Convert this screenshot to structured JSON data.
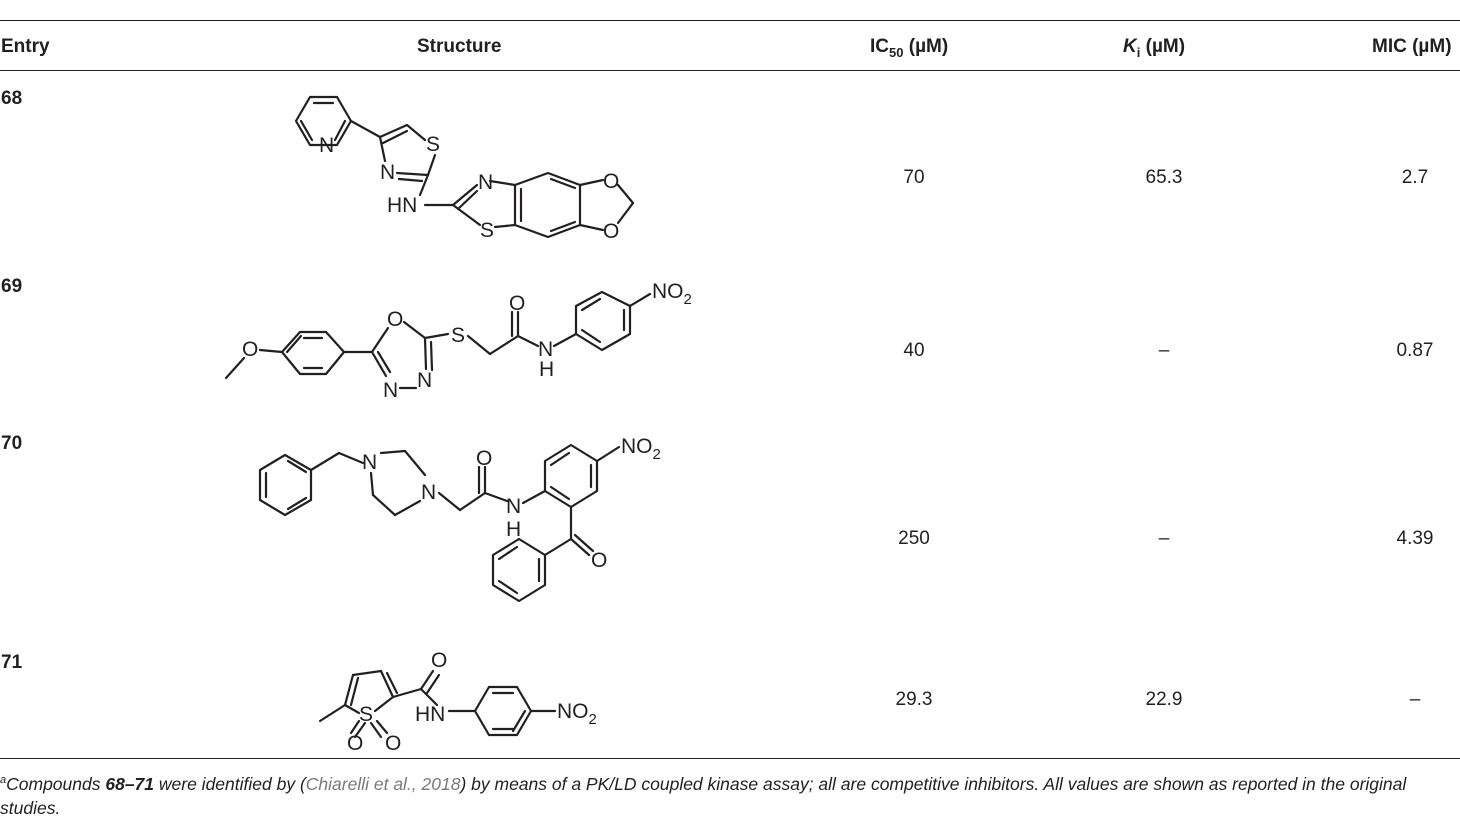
{
  "header": {
    "entry": "Entry",
    "structure": "Structure",
    "ic50_prefix": "IC",
    "ic50_sub": "50",
    "ic50_suffix": " (µM)",
    "ki_prefix": "K",
    "ki_sub": "i",
    "ki_suffix": " (µM)",
    "mic": "MIC (µM)"
  },
  "rows": [
    {
      "entry": "68",
      "ic50": "70",
      "ki": "65.3",
      "mic": "2.7"
    },
    {
      "entry": "69",
      "ic50": "40",
      "ki": "–",
      "mic": "0.87"
    },
    {
      "entry": "70",
      "ic50": "250",
      "ki": "–",
      "mic": "4.39"
    },
    {
      "entry": "71",
      "ic50": "29.3",
      "ki": "22.9",
      "mic": "–"
    }
  ],
  "atoms": {
    "N": "N",
    "S": "S",
    "O": "O",
    "HN": "HN",
    "H": "H",
    "NO": "NO",
    "two": "2"
  },
  "footnote": {
    "sup": "a",
    "part1": "Compounds ",
    "range": "68–71",
    "part2": " were identified by (",
    "citation": "Chiarelli et al., 2018",
    "part3": ") by means of a PK/LD coupled kinase assay; all are competitive inhibitors. All values are shown as reported in the original studies."
  }
}
